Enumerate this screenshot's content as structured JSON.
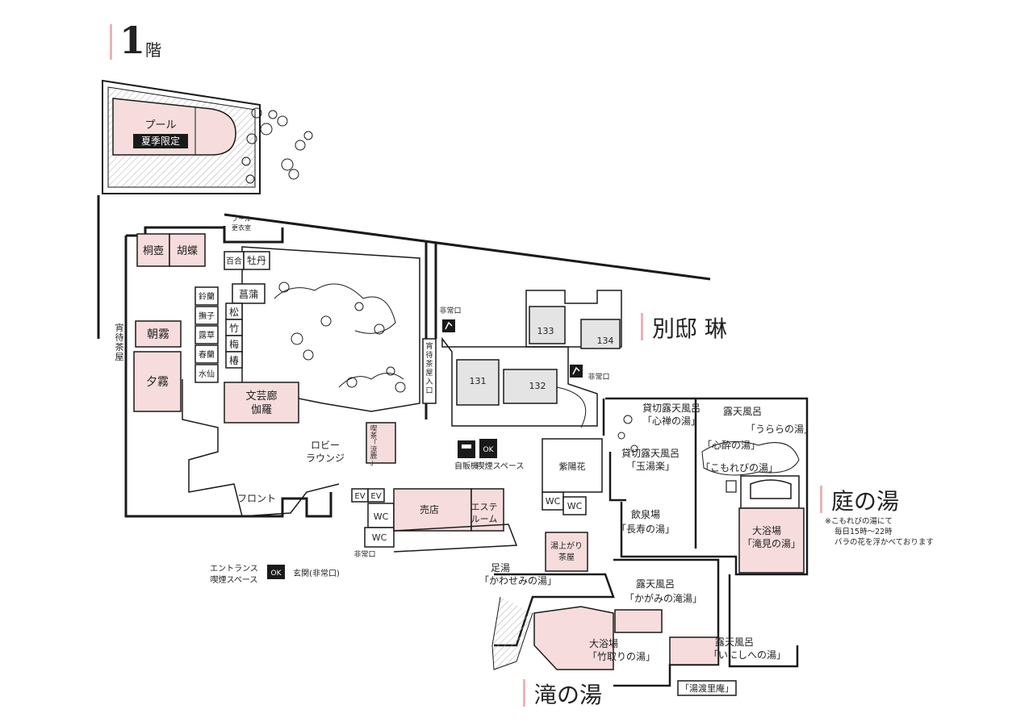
{
  "floor": {
    "number": "1",
    "unit": "階"
  },
  "sections": {
    "bettei": "別邸 琳",
    "niwanoyu": "庭の湯",
    "takinoyu": "滝の湯"
  },
  "pool": {
    "name": "プール",
    "badge": "夏季限定"
  },
  "rooms": {
    "pool_locker": [
      "プール",
      "更衣室"
    ],
    "kiritsubo": "桐壺",
    "kocho": "胡蝶",
    "yuri": "百合",
    "botan": "牡丹",
    "ayame": "菖蒲",
    "suzuran": "鈴蘭",
    "nadeshiko": "撫子",
    "rosou": "露草",
    "shunran": "春蘭",
    "suisen": "水仙",
    "matsu": "松",
    "take": "竹",
    "ume": "梅",
    "tsubaki": "椿",
    "asagiri": "朝霧",
    "yugiri": "夕霧",
    "bungeiro": [
      "文芸廊",
      "伽羅"
    ],
    "yoimachi": [
      "宵",
      "待",
      "茶",
      "屋"
    ],
    "yoimachi_entrance": [
      "宵",
      "待",
      "茶",
      "屋",
      "入",
      "口"
    ],
    "kissa": [
      "喫",
      "茶",
      "「",
      "涼",
      "鹿",
      "」"
    ],
    "lobby": [
      "ロビー",
      "ラウンジ"
    ],
    "front": "フロント",
    "shop": "売店",
    "esthe": [
      "エステ",
      "ルーム"
    ],
    "shiyoka": "紫陽花",
    "yuagari": [
      "湯上がり",
      "茶屋"
    ],
    "room131": "131",
    "room132": "132",
    "room133": "133",
    "room134": "134"
  },
  "facilities": {
    "ev1": "EV",
    "ev2": "EV",
    "wc1": "WC",
    "wc2": "WC",
    "wc3": "WC",
    "wc4": "WC",
    "emergency1": "非常口",
    "emergency2": "非常口",
    "emergency3": "非常口",
    "vending": "自販機",
    "smoking": "喫煙スペース",
    "entrance_smoking": [
      "エントランス",
      "喫煙スペース"
    ],
    "entrance": "玄関(非常口)",
    "ok_badge": "OK"
  },
  "baths": {
    "kashikiri1": [
      "貸切露天風呂",
      "「心禅の湯」"
    ],
    "kashikiri2": [
      "貸切露天風呂",
      "「玉湯楽」"
    ],
    "roten_niwa": "露天風呂",
    "urara": "「うららの湯」",
    "shinsui": "「心酔の湯」",
    "komorebi": "「こもれびの湯」",
    "inzen": [
      "飲泉場",
      "「長寿の湯」"
    ],
    "daiyokujo_niwa": [
      "大浴場",
      "「滝見の湯」"
    ],
    "ashiyu": [
      "足湯",
      "「かわせみの湯」"
    ],
    "kagami": [
      "露天風呂",
      "「かがみの滝湯」"
    ],
    "daiyokujo_taki": [
      "大浴場",
      "「竹取りの湯」"
    ],
    "inishie": [
      "露天風呂",
      "「いにしへの湯」"
    ],
    "yuwatari": "「湯渡里庵」"
  },
  "note": [
    "※こもれびの湯にて",
    "毎日15時～22時",
    "バラの花を浮かべております"
  ],
  "colors": {
    "room_fill": "#f6dcdc",
    "grey_fill": "#e4e4e4",
    "wall": "#1a1a1a",
    "accent_bar": "#e8b4b8"
  }
}
